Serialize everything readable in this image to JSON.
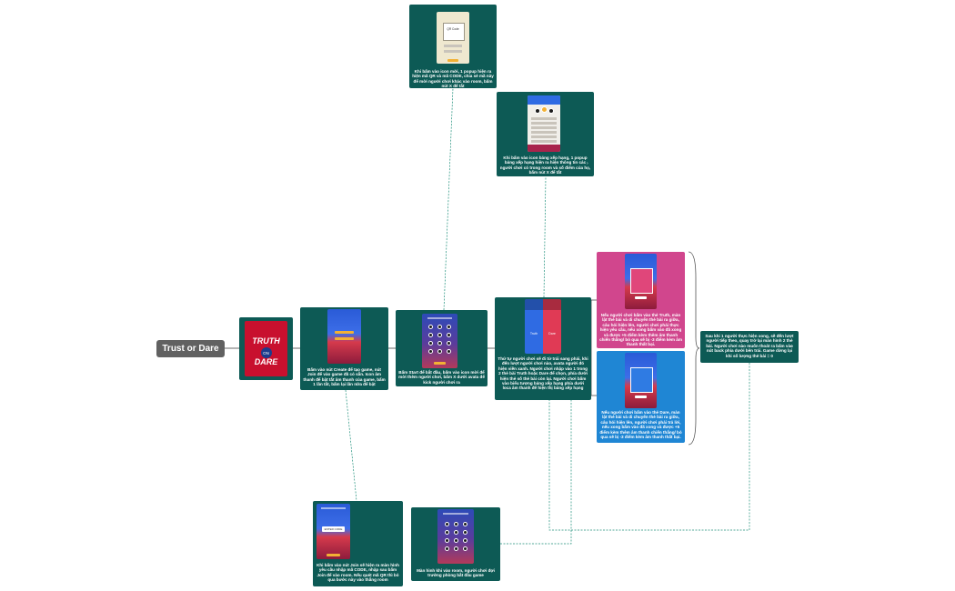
{
  "root": {
    "label": "Trust or Dare"
  },
  "nodes": {
    "cover": {
      "title_top": "TRUTH",
      "title_on": "ON",
      "title_bottom": "DARE"
    },
    "create": {
      "caption": "Bấm vào nút Create để tạo game, nút Join để vào game đã có sẵn. Icon âm thanh để bật tắt âm thanh của game, bấm 1 lần tắt, bấm lại lần nữa để bật"
    },
    "start": {
      "caption": "Bấm Start để bắt đầu, bấm vào icon mời để mời thêm người chơi, bấm X dưới avata để kick người chơi ra"
    },
    "invite": {
      "caption": "Khi bấm vào icon mời, 1 popup hiện ra hiện mã QR và mã CODE, chia sẻ mã này để mời người chơi khác vào room, bấm nút X để tắt",
      "qr_label": "QR Code"
    },
    "ranking": {
      "caption": "Khi bấm vào icon bảng xếp hạng, 1 popup bảng xếp hạng hiện ra hiện thông tin các người chơi có trong room và số điểm của họ, bấm nút X để tắt"
    },
    "turn": {
      "caption": "Thứ tự người chơi sẽ đi từ trái sang phải, khi đến lượt người chơi nào, avata người đó hiện viền xanh. Người chơi nhập vào 1 trong 2 thẻ bài Truth hoặc Dare để chọn, phía dưới hiện thẻ số thẻ bài còn lại. Người chơi bấm vào biểu tượng bảng xếp hạng phía dưới loca âm thanh để hiện thị bảng xếp hạng",
      "truth": "Truth",
      "dare": "Dare"
    },
    "truth_card": {
      "caption": "Nếu người chơi bấm vào thẻ Truth, màn lật thẻ bài và di chuyển thẻ bài ra giữa, câu hỏi hiện lên, người chơi phải thực hiện yêu cầu, nếu xong bấm vào đã xong và được +5 điểm kèm thêm âm thanh chiến thắng/ bỏ qua sẽ bị -3 điểm kèm âm thanh thất bại."
    },
    "dare_card": {
      "caption": "Nếu người chơi bấm vào thẻ Dare, màn lật thẻ bài và di chuyển thẻ bài ra giữa, câu hỏi hiện lên, người chơi phải trả lời, nếu xong bấm vào đã xong và được +5 điểm kèm thêm âm thanh chiến thắng/ bỏ qua sẽ bị -3 điểm kèm âm thanh thất bại."
    },
    "next": {
      "caption": "Sau khi 1 người thực hiện xong, sẽ đến lượt người tiếp theo, quay trở lại màn hình 2 thẻ bài. Người chơi nào muốn thoát ra bấm vào nút back phía dưới bên trái. Game dừng lại khi số lượng thẻ bài = 0"
    },
    "join": {
      "caption": "Khi bấm vào nút Join sẽ hiện ra màn hình yêu cầu nhập mã CODE, nhập sau bấm Join để vào room. Nếu quét mã QR thì bỏ qua bước này vào thẳng room",
      "code_label": "ENTER CODE"
    },
    "waiting": {
      "caption": "Màn hình khi vào room, người chơi đợi trưởng phòng bắt đầu game"
    }
  },
  "colors": {
    "card": "#0d5a55",
    "truth": "#d1468d",
    "dare": "#1f86d4",
    "root": "#616161",
    "link": "#1e8f7a"
  }
}
